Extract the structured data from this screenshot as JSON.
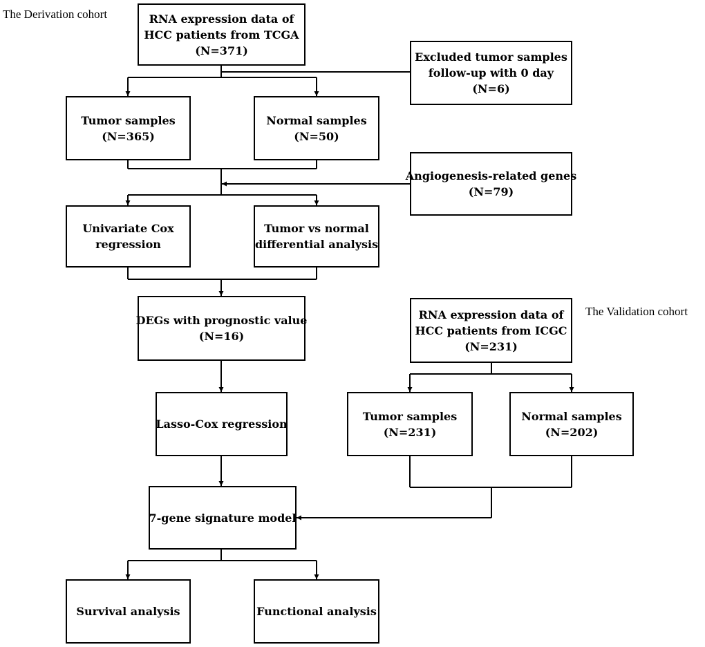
{
  "cohorts": {
    "derivation": "The Derivation cohort",
    "validation": "The Validation cohort"
  },
  "nodes": {
    "tcga": {
      "lines": [
        "RNA expression data of",
        "HCC patients from TCGA",
        "(N=371)"
      ]
    },
    "excluded": {
      "lines": [
        "Excluded tumor samples",
        "follow-up with 0 day",
        "(N=6)"
      ]
    },
    "tumor1": {
      "lines": [
        "Tumor samples",
        "(N=365)"
      ]
    },
    "normal1": {
      "lines": [
        "Normal samples",
        "(N=50)"
      ]
    },
    "angio": {
      "lines": [
        "Angiogenesis-related genes",
        "(N=79)"
      ]
    },
    "univariate": {
      "lines": [
        "Univariate Cox",
        "regression"
      ]
    },
    "diff": {
      "lines": [
        "Tumor vs normal",
        "differential analysis"
      ]
    },
    "degs": {
      "lines": [
        "DEGs with prognostic value",
        "(N=16)"
      ]
    },
    "lasso": {
      "lines": [
        "Lasso-Cox regression"
      ]
    },
    "model": {
      "lines": [
        "7-gene signature model"
      ]
    },
    "survival": {
      "lines": [
        "Survival analysis"
      ]
    },
    "functional": {
      "lines": [
        "Functional analysis"
      ]
    },
    "icgc": {
      "lines": [
        "RNA expression data of",
        "HCC patients from ICGC",
        "(N=231)"
      ]
    },
    "tumor2": {
      "lines": [
        "Tumor samples",
        "(N=231)"
      ]
    },
    "normal2": {
      "lines": [
        "Normal samples",
        "(N=202)"
      ]
    }
  }
}
